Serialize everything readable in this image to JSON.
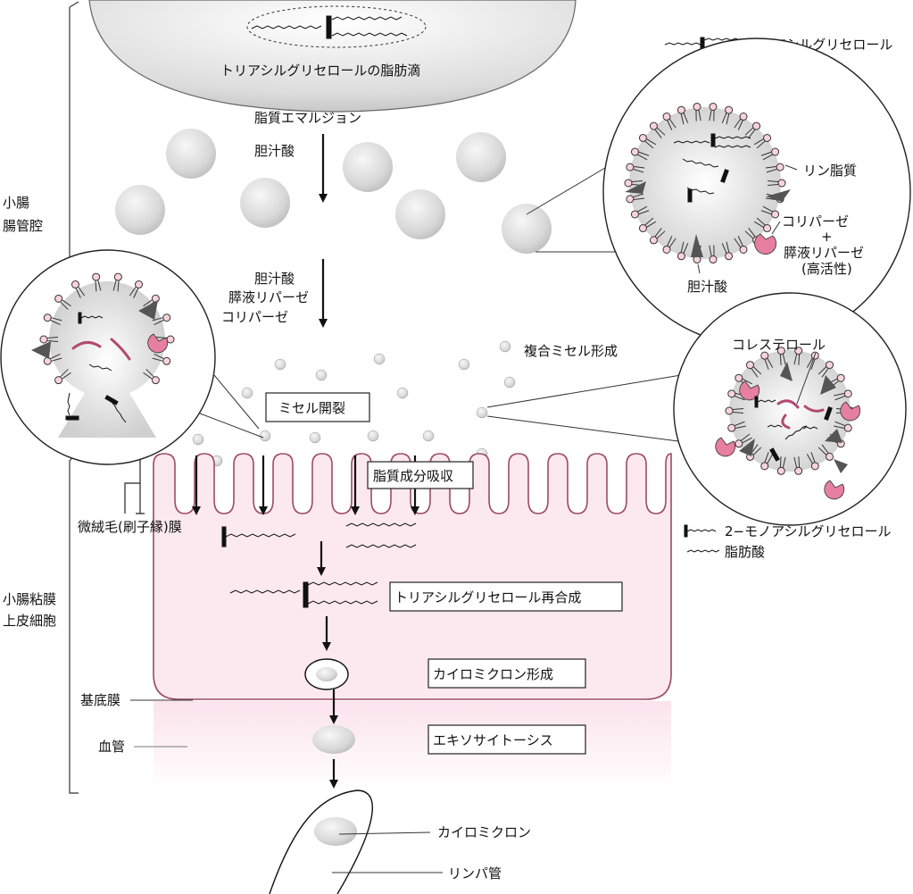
{
  "labels": {
    "droplet": "トリアシルグリセロールの脂肪滴",
    "emulsion": "脂質エマルジョン",
    "bile_acid_1": "胆汁酸",
    "lumen_1": "小腸",
    "lumen_2": "腸管腔",
    "enzymes_1": "胆汁酸",
    "enzymes_2": "膵液リパーゼ",
    "enzymes_3": "コリパーゼ",
    "mixed_micelle": "複合ミセル形成",
    "micelle_cleavage": "ミセル開裂",
    "lipid_absorption": "脂質成分吸収",
    "microvilli": "微絨毛(刷子縁)膜",
    "mucosa_1": "小腸粘膜",
    "mucosa_2": "上皮細胞",
    "tag_resynthesis": "トリアシルグリセロール再合成",
    "chylomicron_formation": "カイロミクロン形成",
    "basement_membrane": "基底膜",
    "exocytosis": "エキソサイトーシス",
    "blood_vessel": "血管",
    "chylomicron": "カイロミクロン",
    "lymph_vessel": "リンパ管"
  },
  "legend": {
    "triacylglycerol": "トリアシルグリセロール",
    "monoacylglycerol": "2−モノアシルグリセロール",
    "fatty_acid": "脂肪酸"
  },
  "inset_emulsion": {
    "phospholipid": "リン脂質",
    "colipase": "コリパーゼ",
    "plus": "+",
    "lipase": "膵液リパーゼ",
    "high_activity": "(高活性)",
    "bile_acid": "胆汁酸"
  },
  "inset_micelle": {
    "cholesterol": "コレステロール"
  },
  "colors": {
    "cell_fill": "#fbe9ef",
    "cell_stroke": "#9c4a66",
    "lipase_pink": "#e67fa0",
    "head_pink": "#f9d3dc",
    "gray_sphere": "#d9d9d9",
    "dark_gray": "#555555"
  }
}
